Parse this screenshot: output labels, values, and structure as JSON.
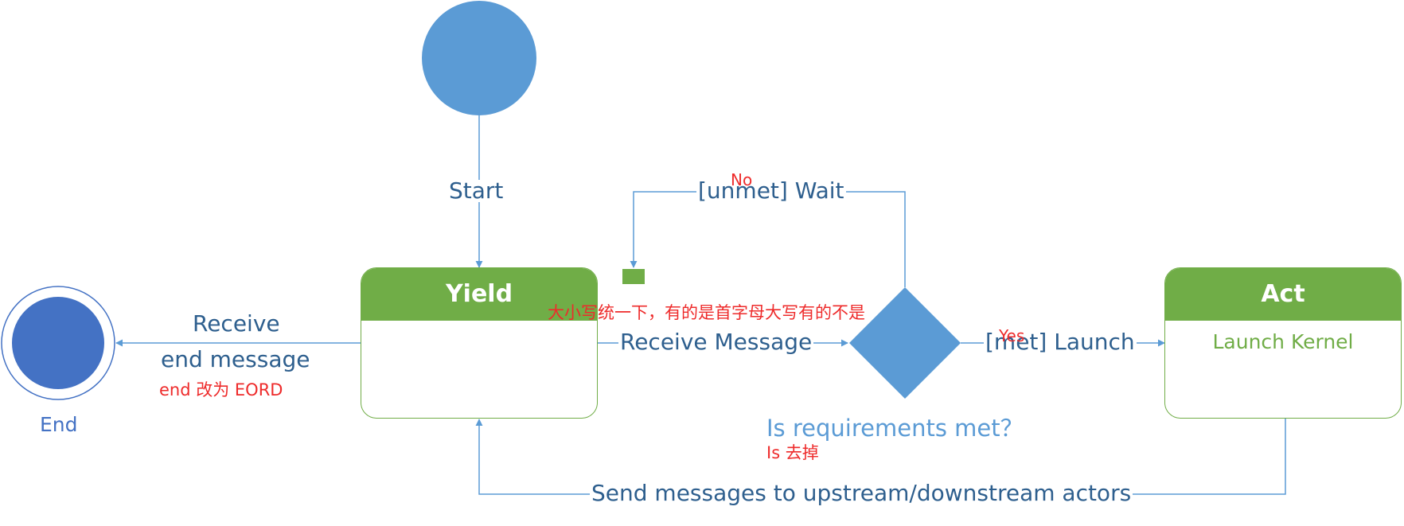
{
  "states": {
    "yield": {
      "title": "Yield",
      "body": ""
    },
    "act": {
      "title": "Act",
      "body": "Launch Kernel"
    }
  },
  "nodes": {
    "end_label": "End",
    "condition_label": "Is requirements met？"
  },
  "edges": {
    "start": "Start",
    "receive_end_line1": "Receive",
    "receive_end_line2": "end message",
    "receive_message": "Receive Message",
    "unmet_wait": "[unmet] Wait",
    "met_launch": "[met] Launch",
    "send_messages": "Send messages to upstream/downstream actors"
  },
  "notes": {
    "no": "No",
    "yes": "Yes",
    "capitalization": "大小写统一下，有的是首字母大写有的不是",
    "end_rename": "end 改为 EORD",
    "is_remove": "Is 去掉"
  },
  "colors": {
    "start_node": "#5b9bd5",
    "end_node": "#4472c4",
    "state_header": "#70ad47",
    "decision": "#5b9bd5",
    "edge_line": "#5b9bd5",
    "edge_text": "#2e5f8e",
    "annotation": "#ee2b2b"
  }
}
